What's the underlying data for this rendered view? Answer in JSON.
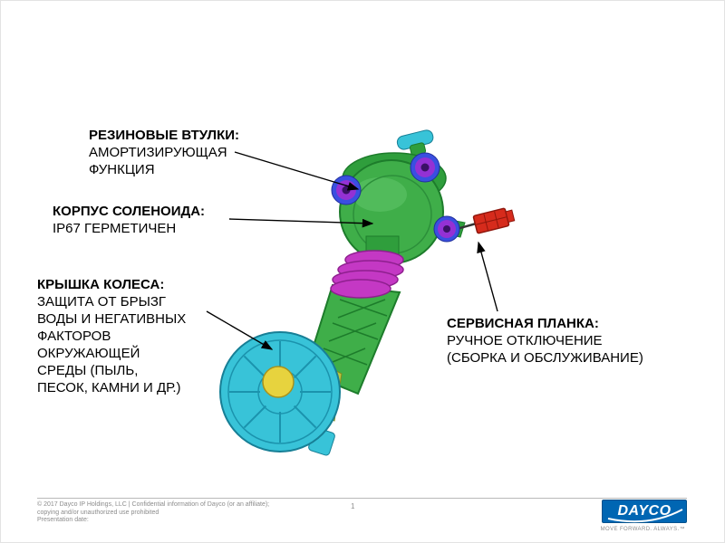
{
  "callouts": [
    {
      "title": "РЕЗИНОВЫЕ ВТУЛКИ:",
      "body": "АМОРТИЗИРУЮЩАЯ\nФУНКЦИЯ"
    },
    {
      "title": "КОРПУС СОЛЕНОИДА:",
      "body": "IP67 ГЕРМЕТИЧЕН"
    },
    {
      "title": "КРЫШКА КОЛЕСА:",
      "body": "ЗАЩИТА ОТ БРЫЗГ\nВОДЫ И НЕГАТИВНЫХ\nФАКТОРОВ\nОКРУЖАЮЩЕЙ\nСРЕДЫ (ПЫЛЬ,\nПЕСОК, КАМНИ И ДР.)"
    },
    {
      "title": "СЕРВИСНАЯ ПЛАНКА:",
      "body": "РУЧНОЕ ОТКЛЮЧЕНИЕ\n(СБОРКА И ОБСЛУЖИВАНИЕ)"
    }
  ],
  "colors": {
    "body_green": "#3fae49",
    "arm_green": "#3fae49",
    "bushing_purple": "#9431d4",
    "bushing_ring_blue": "#3a4fe0",
    "wheel_cyan": "#38c3d8",
    "hub_yellow": "#e7d33e",
    "bellows_magenta": "#c438c4",
    "pin_red": "#d62b1c",
    "logo_blue": "#0066b3"
  },
  "footer": {
    "copyright": "© 2017 Dayco IP Holdings, LLC | Confidential information of Dayco (or an affiliate);\ncopying and/or unauthorized use prohibited\nPresentation date:",
    "page_number": "1",
    "logo_text": "DAYCO",
    "tagline": "MOVE FORWARD. ALWAYS.™"
  }
}
